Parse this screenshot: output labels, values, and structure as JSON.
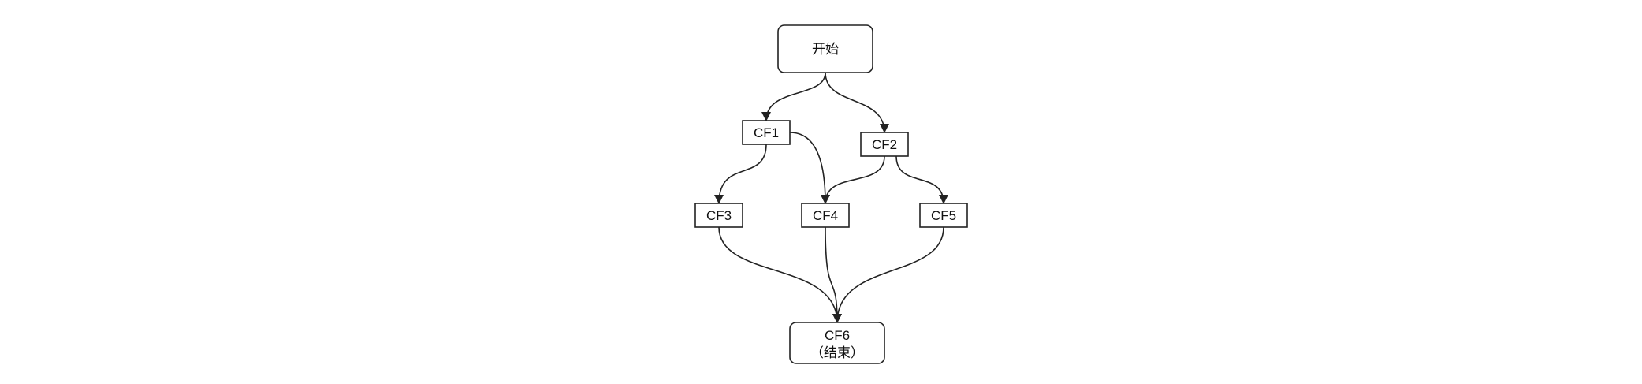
{
  "diagram": {
    "nodes": [
      {
        "id": "start",
        "label": "开始",
        "sublabel": ""
      },
      {
        "id": "cf1",
        "label": "CF1",
        "sublabel": ""
      },
      {
        "id": "cf2",
        "label": "CF2",
        "sublabel": ""
      },
      {
        "id": "cf3",
        "label": "CF3",
        "sublabel": ""
      },
      {
        "id": "cf4",
        "label": "CF4",
        "sublabel": ""
      },
      {
        "id": "cf5",
        "label": "CF5",
        "sublabel": ""
      },
      {
        "id": "cf6",
        "label": "CF6",
        "sublabel": "（结束）"
      }
    ],
    "edges": [
      {
        "from": "start",
        "to": "cf1"
      },
      {
        "from": "start",
        "to": "cf2"
      },
      {
        "from": "cf1",
        "to": "cf3"
      },
      {
        "from": "cf1",
        "to": "cf4"
      },
      {
        "from": "cf2",
        "to": "cf4"
      },
      {
        "from": "cf2",
        "to": "cf5"
      },
      {
        "from": "cf3",
        "to": "cf6"
      },
      {
        "from": "cf4",
        "to": "cf6"
      },
      {
        "from": "cf5",
        "to": "cf6"
      }
    ],
    "colors": {
      "stroke": "#222222",
      "fill": "#ffffff",
      "text": "#111111"
    }
  }
}
